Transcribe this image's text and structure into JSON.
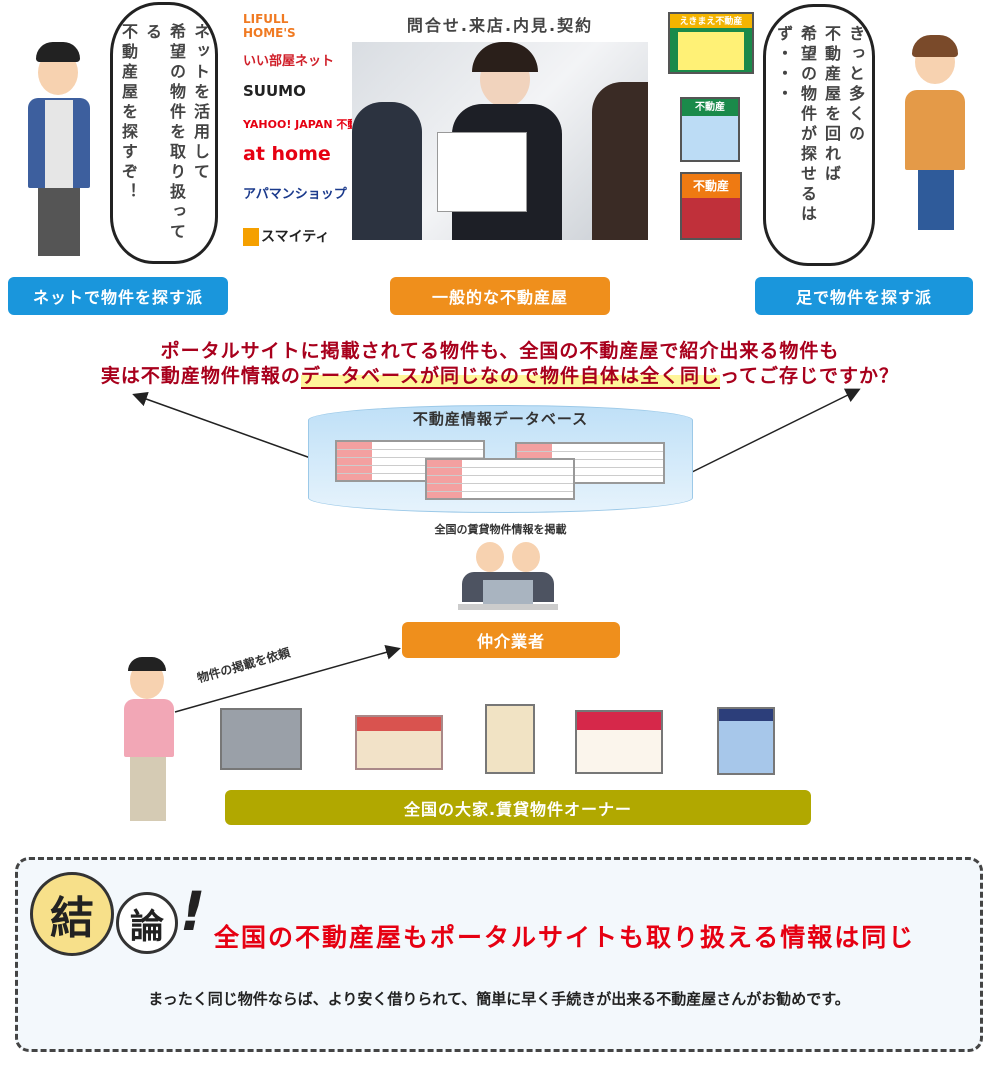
{
  "top": {
    "left_bubble": "ネットを活用して希望の物件を取り扱ってる不動産屋を探すぞ！",
    "left_bubble_lines": [
      "ネットを活用して",
      "希望の物件を取り扱ってる",
      "不動産屋を探すぞ！"
    ],
    "portal_logos": [
      "LIFULL HOME'S",
      "いい部屋ネット",
      "SUUMO",
      "YAHOO! JAPAN 不動産",
      "at home",
      "アパマンショップ",
      "スマイティ"
    ],
    "photo_title": "問合せ.来店.内見.契約",
    "shop_signs": [
      "えきまえ不動産",
      "不動産",
      "不動産"
    ],
    "right_bubble_lines": [
      "きっと多くの",
      "不動産屋を回れば",
      "希望の物件が探せるはず・・・"
    ],
    "labels": {
      "net": "ネットで物件を探す派",
      "general": "一般的な不動産屋",
      "foot": "足で物件を探す派"
    }
  },
  "message": {
    "line1": "ポータルサイトに掲載されてる物件も、全国の不動産屋で紹介出来る物件も",
    "line2_pre": "実は不動産物件情報の",
    "line2_highlight": "データベースが同じなので物件自体は全く同じ",
    "line2_post": "ってご存じですか？"
  },
  "database": {
    "title": "不動産情報データベース",
    "caption": "全国の賃貸物件情報を掲載"
  },
  "broker": {
    "label": "仲介業者"
  },
  "owner": {
    "request": "物件の掲載を依頼",
    "label": "全国の大家.賃貸物件オーナー"
  },
  "conclusion": {
    "badge1": "結",
    "badge2": "論",
    "badge_mark": "!",
    "heading": "全国の不動産屋もポータルサイトも取り扱える情報は同じ",
    "body": "まったく同じ物件ならば、より安く借りられて、簡単に早く手続きが出来る不動産屋さんがお勧めです。"
  },
  "colors": {
    "blue": "#1a96dc",
    "orange": "#ef8f1c",
    "olive": "#b1a800",
    "red": "#e60012",
    "darkred": "#a8001c"
  }
}
